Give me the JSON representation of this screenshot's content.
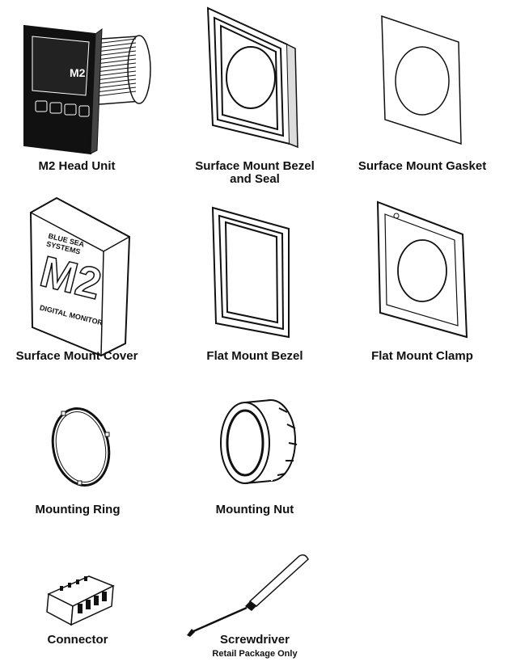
{
  "parts": {
    "head_unit": {
      "label": "M2 Head Unit",
      "screen_text": "M2"
    },
    "bezel_seal": {
      "label_line1": "Surface Mount Bezel",
      "label_line2": "and Seal"
    },
    "gasket": {
      "label": "Surface Mount Gasket"
    },
    "cover": {
      "label": "Surface Mount Cover",
      "brand": "BLUE SEA",
      "brand2": "SYSTEMS",
      "model": "M2",
      "caption": "DIGITAL MONITOR"
    },
    "flat_bezel": {
      "label": "Flat Mount Bezel"
    },
    "flat_clamp": {
      "label": "Flat Mount Clamp"
    },
    "ring": {
      "label": "Mounting Ring"
    },
    "nut": {
      "label": "Mounting Nut"
    },
    "connector": {
      "label": "Connector"
    },
    "screwdriver": {
      "label": "Screwdriver",
      "note": "Retail Package Only"
    }
  }
}
